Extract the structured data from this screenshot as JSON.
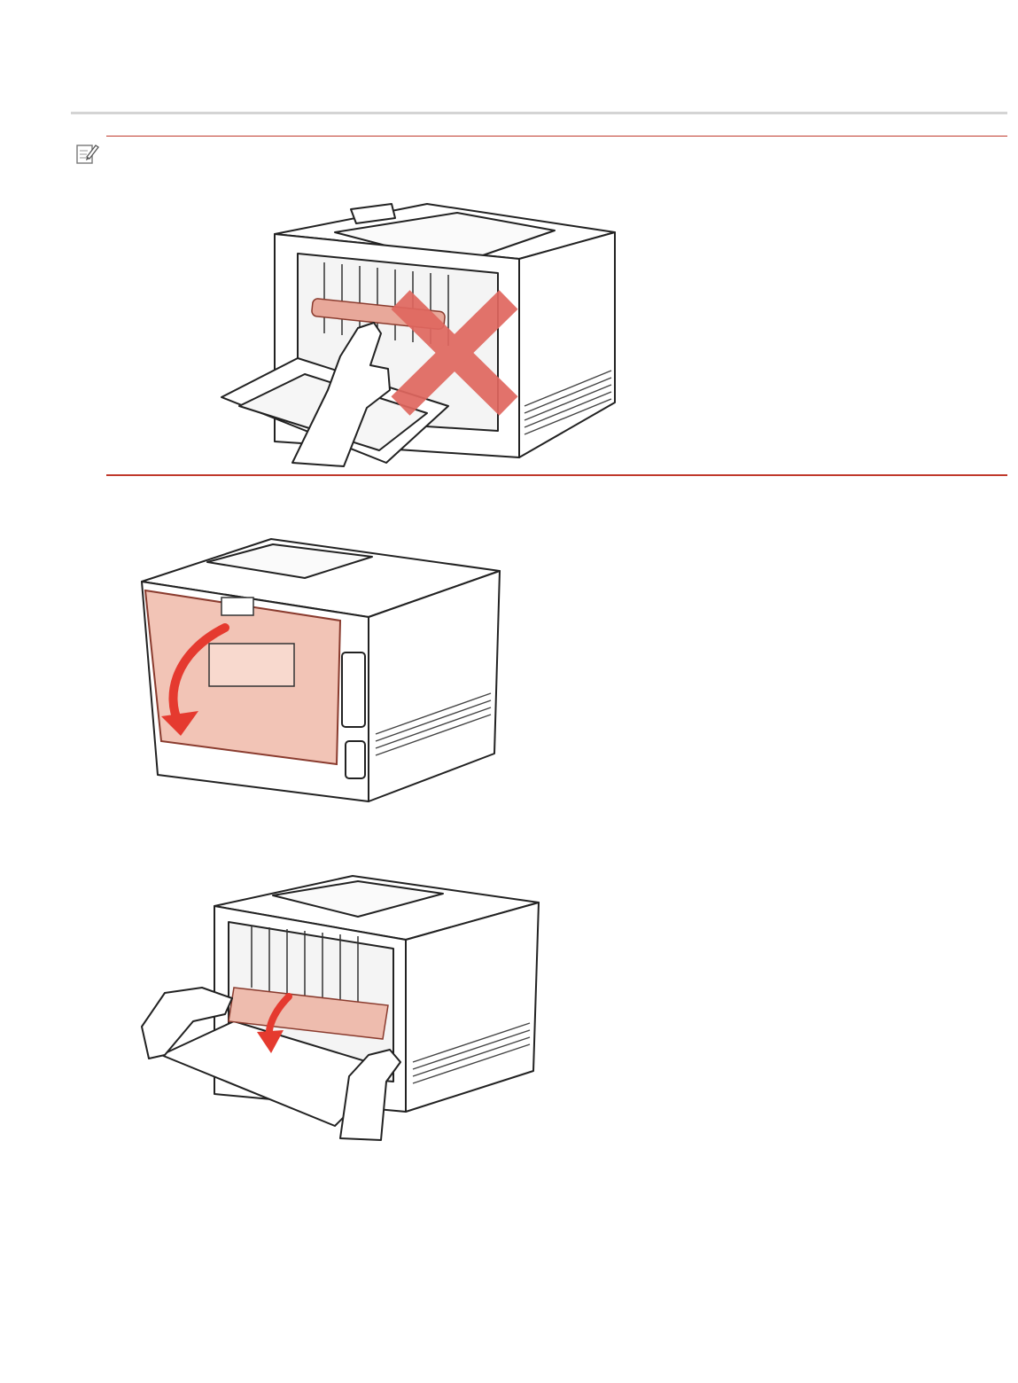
{
  "page": {
    "note": {
      "icon": "note-pencil-icon",
      "accent_color": "#c0392b"
    },
    "figures": [
      {
        "id": "fig-warning",
        "icon": "do-not-touch-fuser-illustration",
        "mark": "red-x",
        "accent_color": "#e0675f"
      },
      {
        "id": "fig-open-door",
        "icon": "open-rear-door-illustration",
        "mark": "red-arrow",
        "accent_color": "#e8a89a"
      },
      {
        "id": "fig-pull-lever",
        "icon": "pull-fuser-lever-illustration",
        "mark": "red-arrow",
        "accent_color": "#e8a89a"
      }
    ]
  }
}
